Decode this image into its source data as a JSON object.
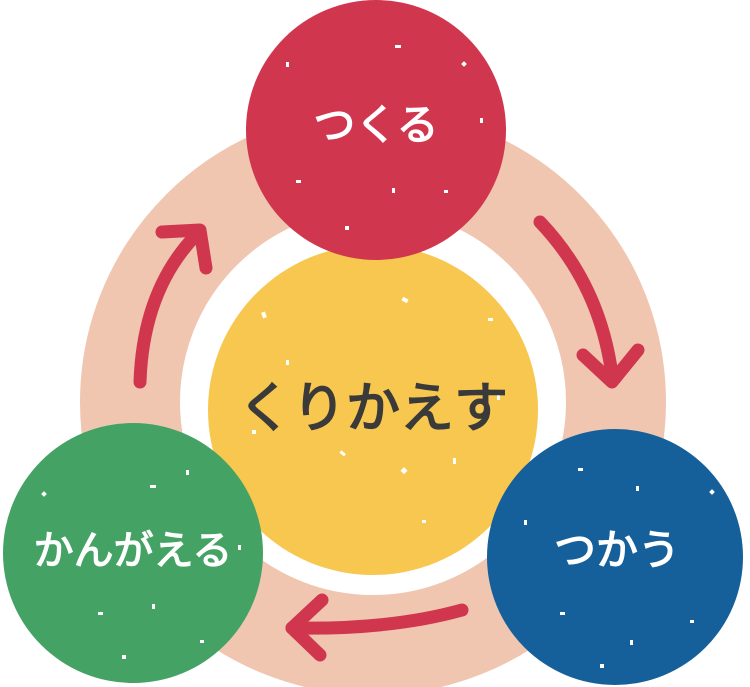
{
  "diagram": {
    "center": {
      "label": "くりかえす",
      "color": "#f7c74f",
      "text_color": "#3a3a3a"
    },
    "nodes": [
      {
        "id": "make",
        "label": "つくる",
        "color": "#d1364f",
        "text_color": "#ffffff"
      },
      {
        "id": "use",
        "label": "つかう",
        "color": "#155f9a",
        "text_color": "#ffffff"
      },
      {
        "id": "think",
        "label": "かんがえる",
        "color": "#44a264",
        "text_color": "#ffffff"
      }
    ],
    "ring_color": "#f0c6b1",
    "arrow_color": "#d1364f"
  }
}
